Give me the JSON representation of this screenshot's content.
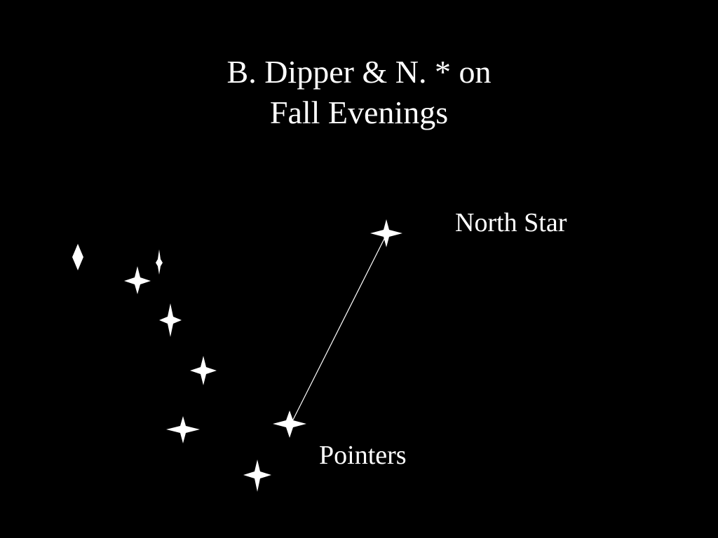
{
  "slide": {
    "title_line1": "B. Dipper &  N. * on",
    "title_line2": "Fall Evenings",
    "labels": {
      "north_star": "North Star",
      "pointers": "Pointers"
    }
  },
  "colors": {
    "background": "#000000",
    "foreground": "#ffffff"
  },
  "icons": [
    "star-icon"
  ]
}
